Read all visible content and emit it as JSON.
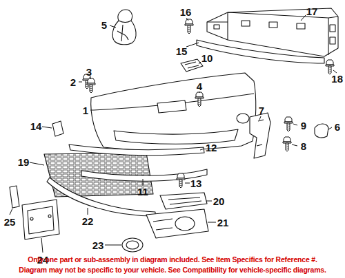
{
  "diagram": {
    "labels": [
      "1",
      "2",
      "3",
      "4",
      "5",
      "6",
      "7",
      "8",
      "9",
      "10",
      "11",
      "12",
      "13",
      "14",
      "15",
      "16",
      "17",
      "18",
      "19",
      "20",
      "21",
      "22",
      "23",
      "24",
      "25",
      "Only one part or sub-assembly in diagram included. See Item Specifics for Reference #.",
      "Diagram may not be specific to your vehicle. See Compatibility for vehicle-specific diagrams."
    ]
  }
}
